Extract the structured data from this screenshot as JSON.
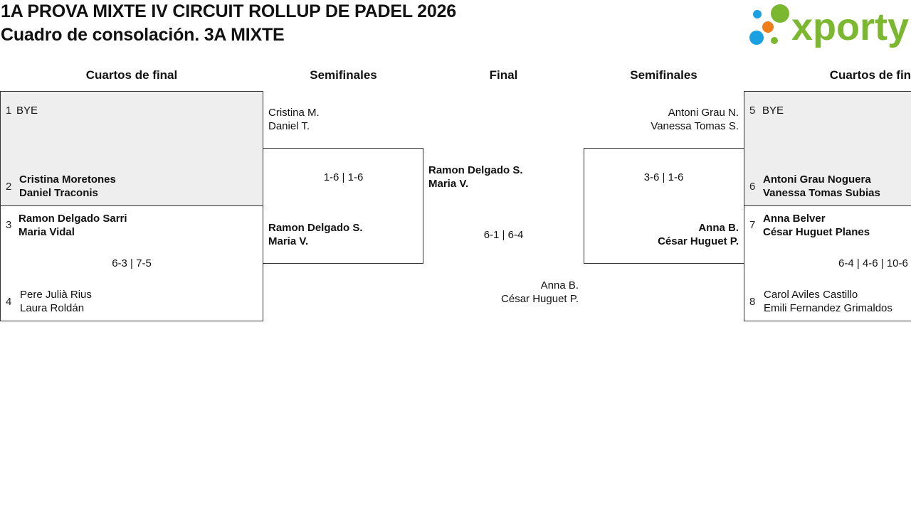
{
  "header": {
    "title": "1A PROVA MIXTE IV CIRCUIT ROLLUP DE PADEL 2026",
    "subtitle": "Cuadro de consolación. 3A MIXTE",
    "logo_text": "xporty",
    "logo_colors": {
      "blue": "#1ba0e2",
      "orange": "#ef7d1a",
      "green": "#7cb82f"
    }
  },
  "rounds": {
    "left_qf": "Cuartos de final",
    "left_sf": "Semifinales",
    "final": "Final",
    "right_sf": "Semifinales",
    "right_qf": "Cuartos de final"
  },
  "left_qf": {
    "m1": {
      "seed_a": "1",
      "team_a": [
        "BYE"
      ],
      "seed_b": "2",
      "team_b": [
        "Cristina Moretones",
        "Daniel Traconis"
      ]
    },
    "m2": {
      "seed_a": "3",
      "team_a": [
        "Ramon Delgado Sarri",
        "Maria Vidal"
      ],
      "score": "6-3 | 7-5",
      "seed_b": "4",
      "team_b": [
        "Pere Julià Rius",
        "Laura Roldán"
      ]
    }
  },
  "left_sf": {
    "team_a": [
      "Cristina M.",
      "Daniel T."
    ],
    "score": "1-6 | 1-6",
    "team_b": [
      "Ramon Delgado S.",
      "Maria V."
    ]
  },
  "final": {
    "team_a": [
      "Ramon Delgado S.",
      "Maria V."
    ],
    "score": "6-1 | 6-4",
    "team_b": [
      "Anna B.",
      "César Huguet P."
    ]
  },
  "right_sf": {
    "team_a": [
      "Antoni Grau N.",
      "Vanessa Tomas S."
    ],
    "score": "3-6 | 1-6",
    "team_b": [
      "Anna B.",
      "César Huguet P."
    ]
  },
  "right_qf": {
    "m1": {
      "seed_a": "5",
      "team_a": [
        "BYE"
      ],
      "seed_b": "6",
      "team_b": [
        "Antoni Grau Noguera",
        "Vanessa Tomas Subias"
      ]
    },
    "m2": {
      "seed_a": "7",
      "team_a": [
        "Anna Belver",
        "César Huguet Planes"
      ],
      "score": "6-4 | 4-6 | 10-6",
      "seed_b": "8",
      "team_b": [
        "Carol Aviles Castillo",
        "Emili Fernandez Grimaldos"
      ]
    }
  }
}
